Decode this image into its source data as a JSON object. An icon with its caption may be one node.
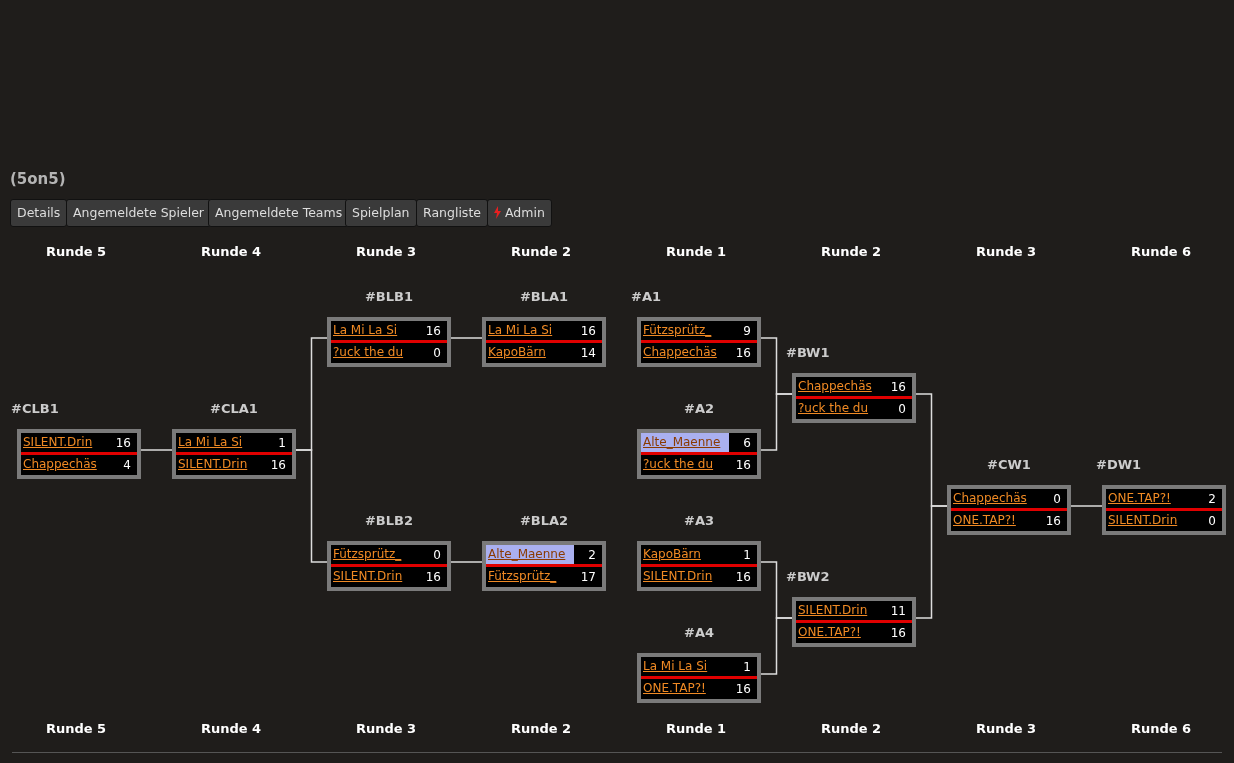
{
  "diagram": {
    "title": "(5on5)",
    "nodes": [
      {
        "text": [
          "#CLB1",
          "SILENT.Drin",
          "16",
          "Chappechäs",
          "4"
        ]
      },
      {
        "text": [
          "#CLA1",
          "La Mi La Si",
          "1",
          "SILENT.Drin",
          "16"
        ]
      },
      {
        "text": [
          "#BLB1",
          "La Mi La Si",
          "16",
          "?uck the du",
          "0"
        ]
      },
      {
        "text": [
          "#BLB2",
          "Fützsprütz_",
          "0",
          "SILENT.Drin",
          "16"
        ]
      },
      {
        "text": [
          "#BLA1",
          "La Mi La Si",
          "16",
          "KapoBärn",
          "14"
        ]
      },
      {
        "text": [
          "#BLA2",
          "Alte_Maenne",
          "2",
          "Fützsprütz_",
          "17"
        ]
      },
      {
        "text": [
          "#A1",
          "Fützsprütz_",
          "9",
          "Chappechäs",
          "16"
        ]
      },
      {
        "text": [
          "#A2",
          "Alte_Maenne",
          "6",
          "?uck the du",
          "16"
        ]
      },
      {
        "text": [
          "#A3",
          "KapoBärn",
          "1",
          "SILENT.Drin",
          "16"
        ]
      },
      {
        "text": [
          "#A4",
          "La Mi La Si",
          "1",
          "ONE.TAP?!",
          "16"
        ]
      },
      {
        "text": [
          "#BW1",
          "Chappechäs",
          "16",
          "?uck the du",
          "0"
        ]
      },
      {
        "text": [
          "#BW2",
          "SILENT.Drin",
          "11",
          "ONE.TAP?!",
          "16"
        ]
      },
      {
        "text": [
          "#CW1",
          "Chappechäs",
          "0",
          "ONE.TAP?!",
          "16"
        ]
      },
      {
        "text": [
          "#DW1",
          "ONE.TAP?!",
          "2",
          "SILENT.Drin",
          "0"
        ]
      }
    ],
    "edges": [
      {
        "from": 6,
        "to": 10,
        "arrow": "none"
      },
      {
        "from": 7,
        "to": 10,
        "arrow": "none"
      },
      {
        "from": 8,
        "to": 11,
        "arrow": "none"
      },
      {
        "from": 9,
        "to": 11,
        "arrow": "none"
      },
      {
        "from": 10,
        "to": 12,
        "arrow": "none"
      },
      {
        "from": 11,
        "to": 12,
        "arrow": "none"
      },
      {
        "from": 12,
        "to": 13,
        "arrow": "none"
      },
      {
        "from": 4,
        "to": 2,
        "arrow": "none"
      },
      {
        "from": 5,
        "to": 3,
        "arrow": "none"
      },
      {
        "from": 2,
        "to": 1,
        "arrow": "none"
      },
      {
        "from": 3,
        "to": 1,
        "arrow": "none"
      },
      {
        "from": 1,
        "to": 0,
        "arrow": "none"
      }
    ],
    "labels": [
      "Details",
      "Angemeldete Spieler",
      "Angemeldete Teams",
      "Spielplan",
      "Rangliste",
      "Admin",
      "Runde 5",
      "Runde 4",
      "Runde 3",
      "Runde 2",
      "Runde 1",
      "Runde 2",
      "Runde 3",
      "Runde 6",
      "Runde 5",
      "Runde 4",
      "Runde 3",
      "Runde 2",
      "Runde 1",
      "Runde 2",
      "Runde 3",
      "Runde 6"
    ]
  }
}
